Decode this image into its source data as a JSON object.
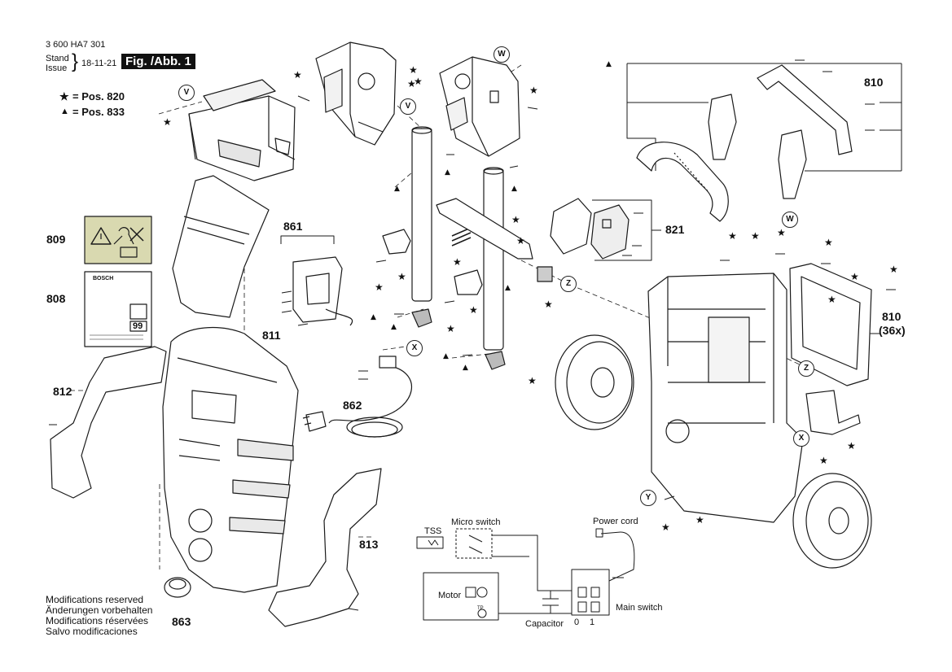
{
  "header": {
    "doc_number": "3 600 HA7 301",
    "stand_label": "Stand",
    "issue_label": "Issue",
    "date": "18-11-21",
    "figure_label": "Fig. /Abb. 1"
  },
  "legend": {
    "star_symbol": "★",
    "star_text": "= Pos. 820",
    "triangle_symbol": "▲",
    "triangle_text": "= Pos. 833"
  },
  "part_numbers": {
    "p808": "808",
    "p809": "809",
    "p810": "810",
    "p810b": "810",
    "p810b_note": "(36x)",
    "p811": "811",
    "p812": "812",
    "p813": "813",
    "p821": "821",
    "p861": "861",
    "p862": "862",
    "p863": "863"
  },
  "reference_letters": {
    "v": "V",
    "w": "W",
    "x": "X",
    "y": "Y",
    "z": "Z"
  },
  "schematic": {
    "tss": "TSS",
    "micro_switch": "Micro switch",
    "power_cord": "Power cord",
    "motor": "Motor",
    "tp": "TP",
    "capacitor": "Capacitor",
    "main_switch": "Main switch",
    "pos_0": "0",
    "pos_1": "1"
  },
  "notes": [
    "Modifications reserved",
    "Änderungen vorbehalten",
    "Modifications réservées",
    "Salvo modificaciones"
  ],
  "label_plate": {
    "brand": "BOSCH",
    "value": "99"
  },
  "colors": {
    "line": "#1a1a1a",
    "label_bg": "#d9d9b0",
    "fill_light": "#f2f2f2"
  }
}
